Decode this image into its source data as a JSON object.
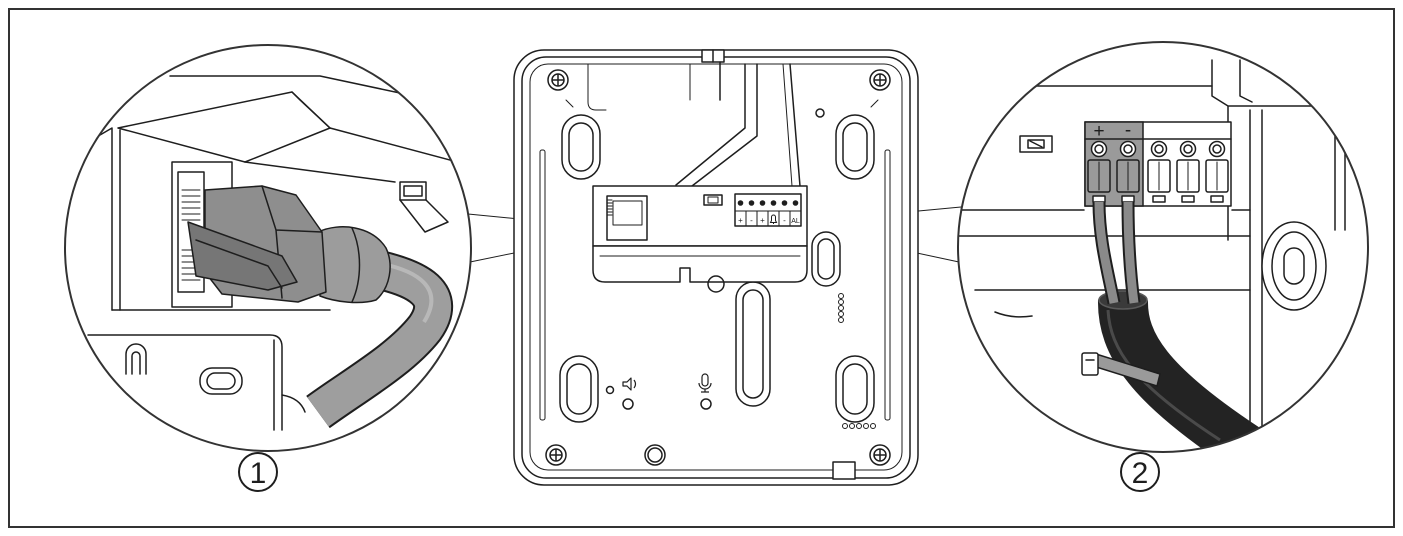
{
  "figure": {
    "step_1": {
      "number": "1"
    },
    "step_2": {
      "number": "2",
      "terminal_labels": {
        "plus": "+",
        "minus": "-"
      }
    },
    "board_terminal": {
      "labels": [
        "+",
        "-",
        "+",
        "-",
        "AL"
      ],
      "bell_icon": "bell-icon"
    },
    "icons": {
      "speaker": "speaker-icon",
      "microphone": "microphone-icon",
      "screw": "screw-icon"
    },
    "colors": {
      "line": "#1e1e1e",
      "frame": "#333333",
      "plug_gray": "#8e8e8e",
      "wire_gray": "#8a8a8a",
      "cable_black": "#232323",
      "background": "#ffffff"
    }
  }
}
